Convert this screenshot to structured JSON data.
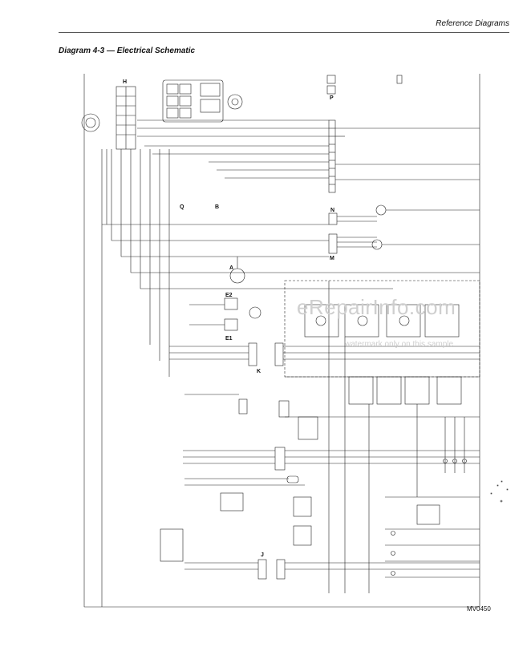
{
  "header": {
    "section": "Reference Diagrams"
  },
  "diagram": {
    "title": "Diagram 4-3 — Electrical Schematic",
    "code": "MV0450",
    "connector_letters": [
      "H",
      "P",
      "N",
      "M",
      "Q",
      "B",
      "A",
      "E2",
      "E1",
      "K",
      "J"
    ]
  },
  "watermark": {
    "main": "eRepairInfo.com",
    "sub": "watermark only on this sample"
  }
}
